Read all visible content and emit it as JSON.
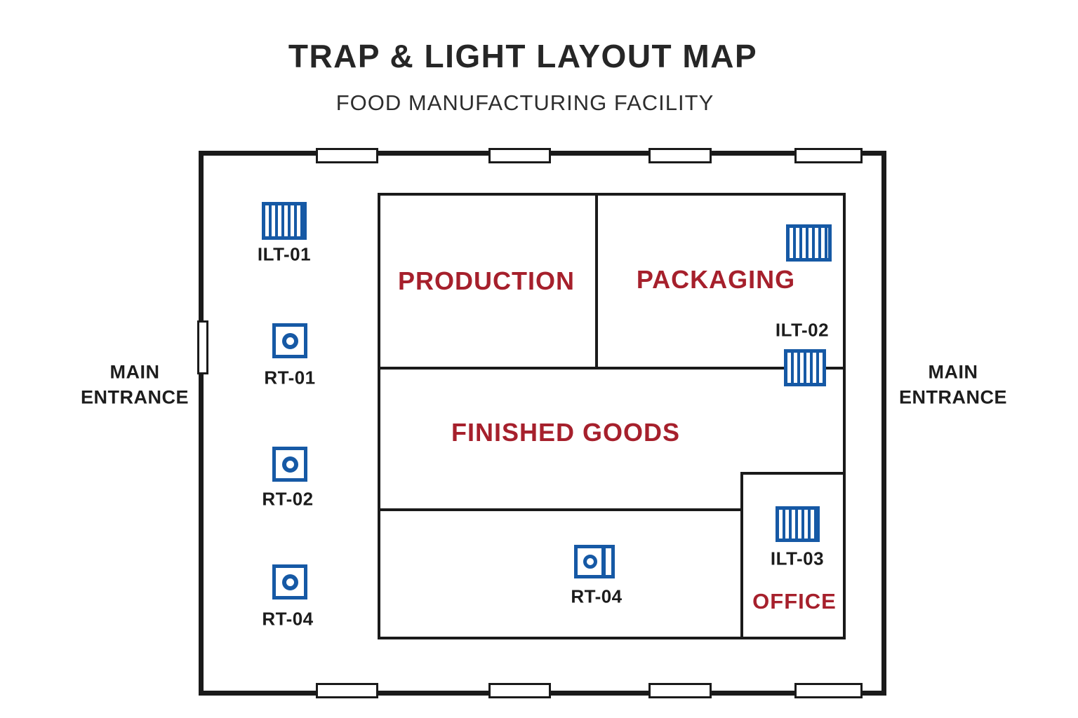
{
  "header": {
    "title": "TRAP & LIGHT LAYOUT MAP",
    "subtitle": "FOOD MANUFACTURING FACILITY"
  },
  "entrances": {
    "left": {
      "line1": "MAIN",
      "line2": "ENTRANCE"
    },
    "right": {
      "line1": "MAIN",
      "line2": "ENTRANCE"
    }
  },
  "rooms": {
    "production": {
      "label": "PRODUCTION"
    },
    "packaging": {
      "label": "PACKAGING"
    },
    "finished_goods": {
      "label": "FINISHED GOODS"
    },
    "office": {
      "label": "OFFICE"
    }
  },
  "traps": {
    "ilt01": {
      "label": "ILT-01",
      "type": "insect-light-trap"
    },
    "rt01": {
      "label": "RT-01",
      "type": "rodent-trap"
    },
    "rt02": {
      "label": "RT-02",
      "type": "rodent-trap"
    },
    "rt04_left": {
      "label": "RT-04",
      "type": "rodent-trap"
    },
    "ilt_packaging": {
      "label": "",
      "type": "insect-light-trap"
    },
    "ilt02": {
      "label": "ILT-02",
      "type": "insect-light-trap"
    },
    "ilt03": {
      "label": "ILT-03",
      "type": "insect-light-trap"
    },
    "rt04": {
      "label": "RT-04",
      "type": "rodent-trap"
    }
  },
  "colors": {
    "trap_blue": "#1659A5",
    "room_label_red": "#A6202C",
    "wall_black": "#1A1A1A"
  }
}
